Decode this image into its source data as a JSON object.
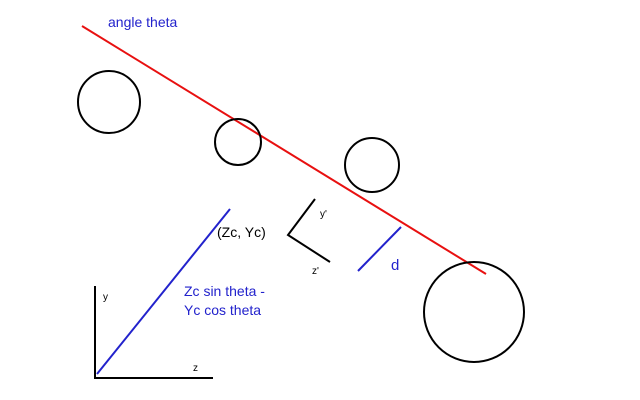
{
  "labels": {
    "angle_theta": "angle theta",
    "zc_yc": "(Zc, Yc)",
    "y_prime": "y'",
    "z_prime": "z'",
    "d": "d",
    "formula_line1": "Zc sin theta -",
    "formula_line2": "Yc cos theta",
    "axis_y": "y",
    "axis_z": "z"
  },
  "colors": {
    "red_line": "#e81010",
    "blue": "#2222cc",
    "black": "#000000"
  }
}
